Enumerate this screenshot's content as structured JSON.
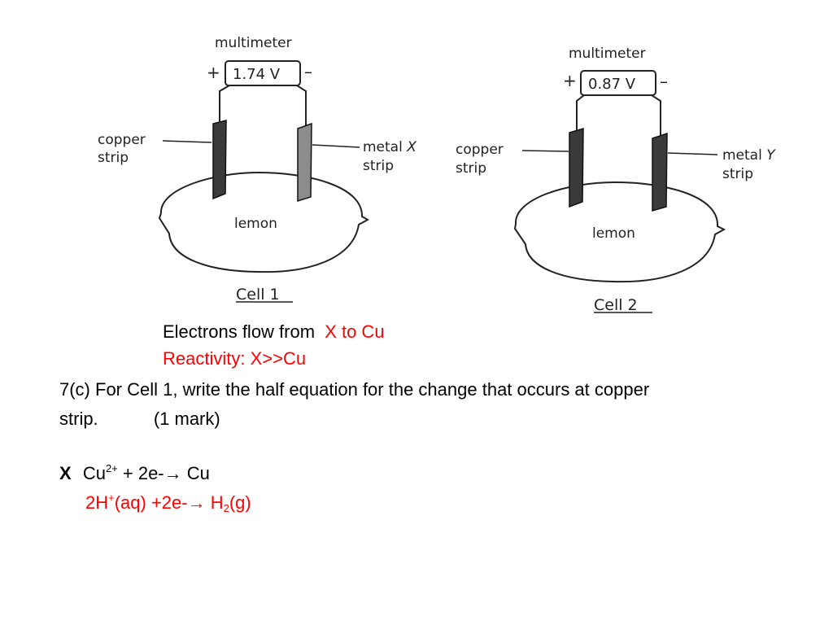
{
  "figure": {
    "cell1": {
      "meter_label": "multimeter",
      "reading": "1.74 V",
      "plus": "+",
      "minus": "–",
      "left_label": [
        "copper",
        "strip"
      ],
      "right_label_word": "metal",
      "right_label_symbol": "X",
      "right_label_line2": "strip",
      "fruit_label": "lemon",
      "caption": "Cell 1"
    },
    "cell2": {
      "meter_label": "multimeter",
      "reading": "0.87 V",
      "plus": "+",
      "minus": "–",
      "left_label": [
        "copper",
        "strip"
      ],
      "right_label_word": "metal",
      "right_label_symbol": "Y",
      "right_label_line2": "strip",
      "fruit_label": "lemon",
      "caption": "Cell 2"
    }
  },
  "notes": {
    "flow_prefix": "Electrons flow from",
    "flow_answer": "X to Cu",
    "reactivity": "Reactivity: X>>Cu"
  },
  "question": {
    "line1": "7(c) For Cell 1, write the half equation for the change that occurs at copper",
    "line2_left": "strip.",
    "line2_mark": "(1 mark)"
  },
  "answer": {
    "wrong_marker": "X",
    "eq1": {
      "base": "Cu",
      "sup": "2+",
      "mid": " + 2e-",
      "arrow": "→",
      "product": " Cu"
    },
    "eq2": {
      "prefix": "2H",
      "sup": "+",
      "after": "(aq) +2e-",
      "arrow": "→",
      "product_pre": " H",
      "sub": "2",
      "product_post": "(g)"
    }
  },
  "colors": {
    "red": "#ff0000",
    "strip_dark": "#3a3a3a",
    "strip_light": "#8c8c8c"
  }
}
